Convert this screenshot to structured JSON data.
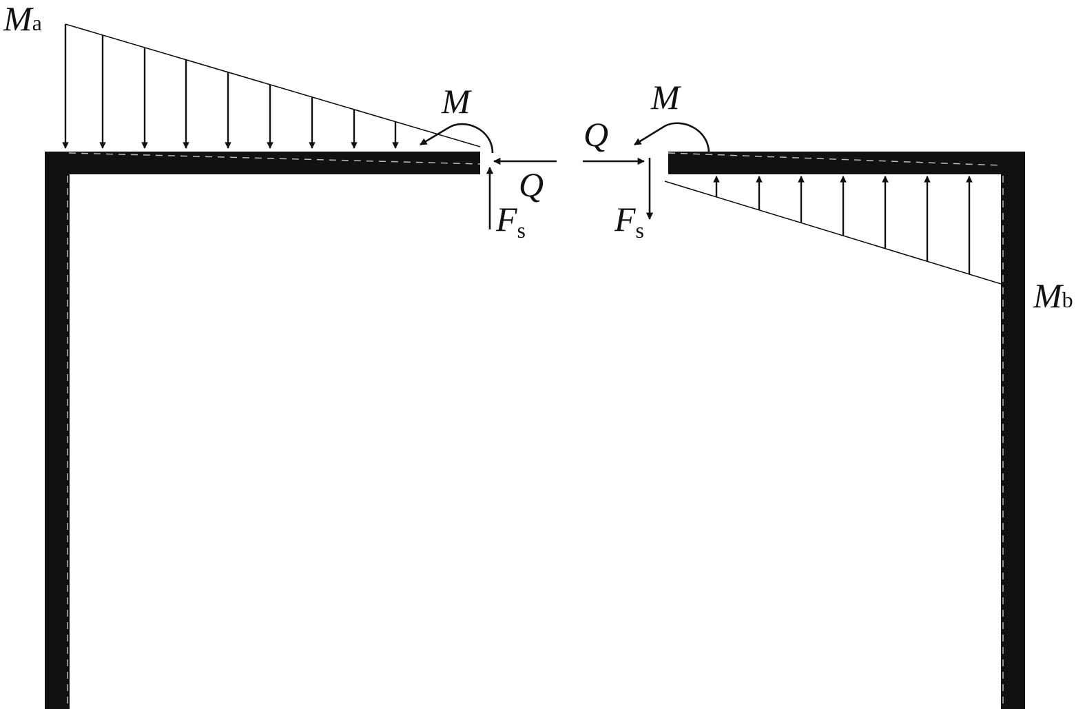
{
  "colors": {
    "frame": "#111111",
    "line": "#111111",
    "dashed": "#bbbbbb",
    "background": "#ffffff"
  },
  "labels": {
    "ma": {
      "main": "M",
      "sub": "a"
    },
    "mb": {
      "main": "M",
      "sub": "b"
    },
    "m_left": "M",
    "m_right": "M",
    "q_left": "Q",
    "q_right": "Q",
    "fs_left": {
      "main": "F",
      "sub": "s"
    },
    "fs_right": {
      "main": "F",
      "sub": "s"
    }
  }
}
